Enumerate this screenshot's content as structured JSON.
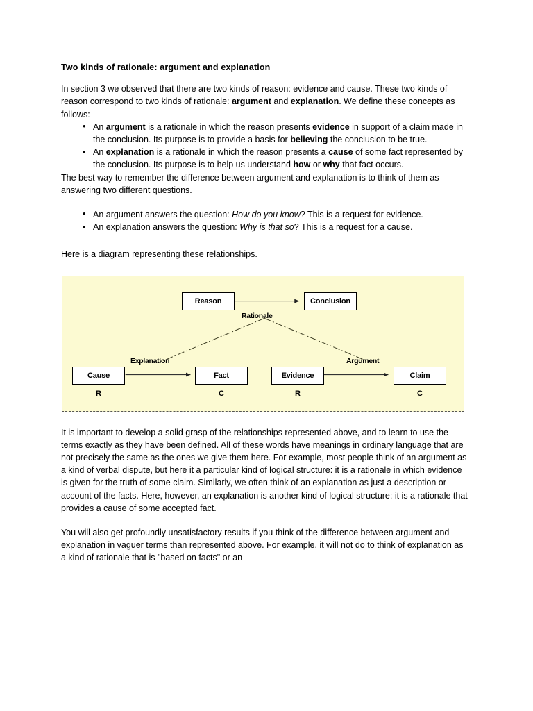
{
  "document": {
    "title": "Two kinds of rationale:  argument and explanation",
    "intro": {
      "line_a": "In section 3 we observed that there are two kinds of reason: evidence and cause. These two kinds of reason correspond to two kinds of rationale: ",
      "bold_1": "argument",
      "mid_1": " and ",
      "bold_2": "explanation",
      "line_b": ".  We define these concepts as follows:"
    },
    "definition_bullets": [
      {
        "t1": "An ",
        "b1": "argument",
        "t2": " is a rationale in which the reason presents ",
        "b2": "evidence",
        "t3": " in support of a claim made in the conclusion.  Its purpose is to provide a basis for ",
        "b3": "believing",
        "t4": " the conclusion to be true."
      },
      {
        "t1": "An ",
        "b1": "explanation",
        "t2": " is a rationale in which the reason presents a ",
        "b2": "cause",
        "t3": " of some fact represented by the conclusion.  Its purpose is to help us understand ",
        "b3": "how",
        "t4": " or ",
        "b4": "why",
        "t5": " that fact occurs."
      }
    ],
    "best_way_para": "The best way to remember the difference between argument and explanation is to think of them as answering two different questions.",
    "question_bullets": [
      {
        "t1": "An argument answers the question:  ",
        "i1": "How do you know",
        "t2": "?  This is a request for evidence."
      },
      {
        "t1": "An explanation answers the question:  ",
        "i1": "Why is that so",
        "t2": "? This is a request for a cause."
      }
    ],
    "diagram_intro": "Here is a diagram representing these relationships.",
    "closing_para_1": "It is important to develop a solid grasp of the relationships represented above, and to learn to use the terms exactly as they have been defined.  All of these words have meanings in ordinary language that are not precisely the same as the ones we give them here.  For example, most people think of an argument as a kind of verbal dispute, but here it  a particular kind of logical structure:  it is a rationale in which evidence is given for the truth of some claim.  Similarly, we often think of an explanation as just a description or account of the facts.  Here, however, an explanation is another kind of logical structure:  it is a rationale that provides a cause of some accepted fact.",
    "closing_para_2": "You will also get profoundly unsatisfactory results if you think of the difference between argument and explanation in vaguer terms than represented above.  For example, it will not do to think of explanation as a kind of rationale that is \"based on facts\" or an"
  },
  "diagram": {
    "background_color": "#fcfad2",
    "border_color": "#555555",
    "node_fill": "#ffffff",
    "node_stroke": "#000000",
    "nodes": {
      "reason": "Reason",
      "conclusion": "Conclusion",
      "cause": "Cause",
      "fact": "Fact",
      "evidence": "Evidence",
      "claim": "Claim"
    },
    "edge_labels": {
      "rationale": "Rationale",
      "explanation": "Explanation",
      "argument": "Argument"
    },
    "role_labels": {
      "cause_role": "R",
      "fact_role": "C",
      "evidence_role": "R",
      "claim_role": "C"
    }
  }
}
